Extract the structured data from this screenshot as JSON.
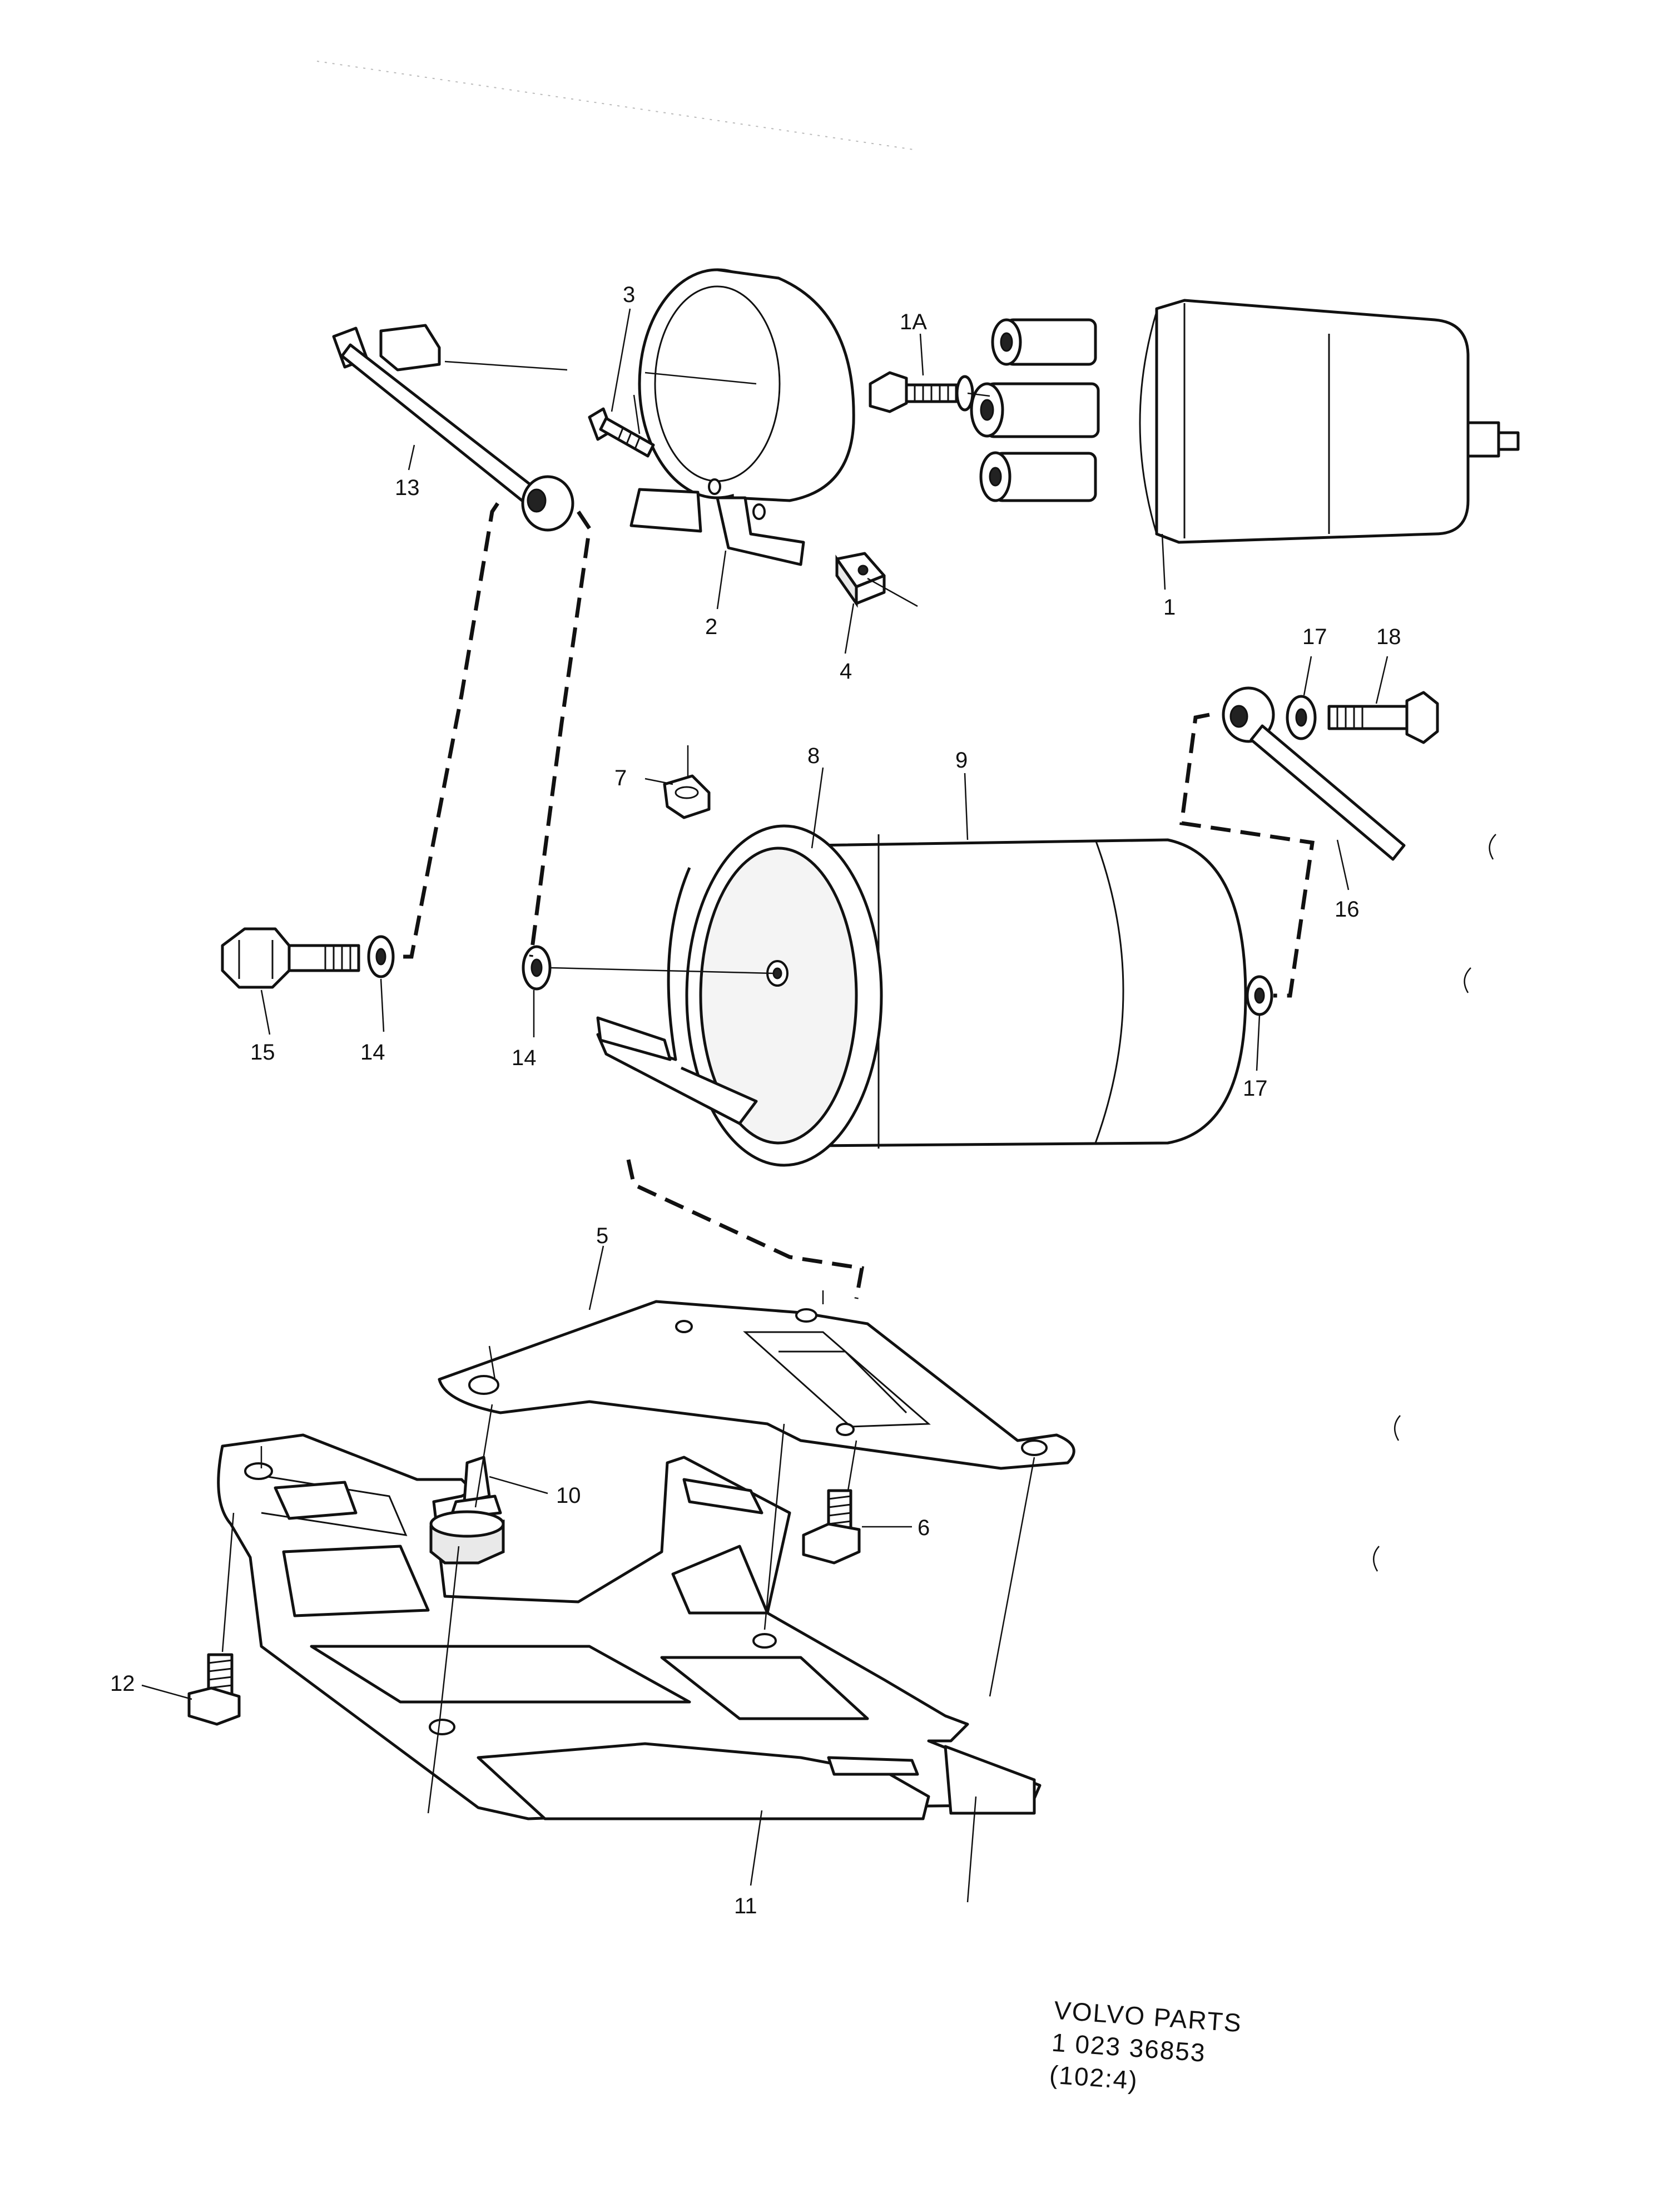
{
  "callouts": {
    "c1": "1",
    "c1a": "1A",
    "c2": "2",
    "c3": "3",
    "c4": "4",
    "c5": "5",
    "c6": "6",
    "c7": "7",
    "c8": "8",
    "c9": "9",
    "c10": "10",
    "c11": "11",
    "c12": "12",
    "c13": "13",
    "c14a": "14",
    "c14b": "14",
    "c15": "15",
    "c16": "16",
    "c17a": "17",
    "c17b": "17",
    "c18": "18"
  },
  "footer": {
    "line1": "VOLVO PARTS",
    "line2": "1 023 36853",
    "line3": "(102:4)"
  }
}
